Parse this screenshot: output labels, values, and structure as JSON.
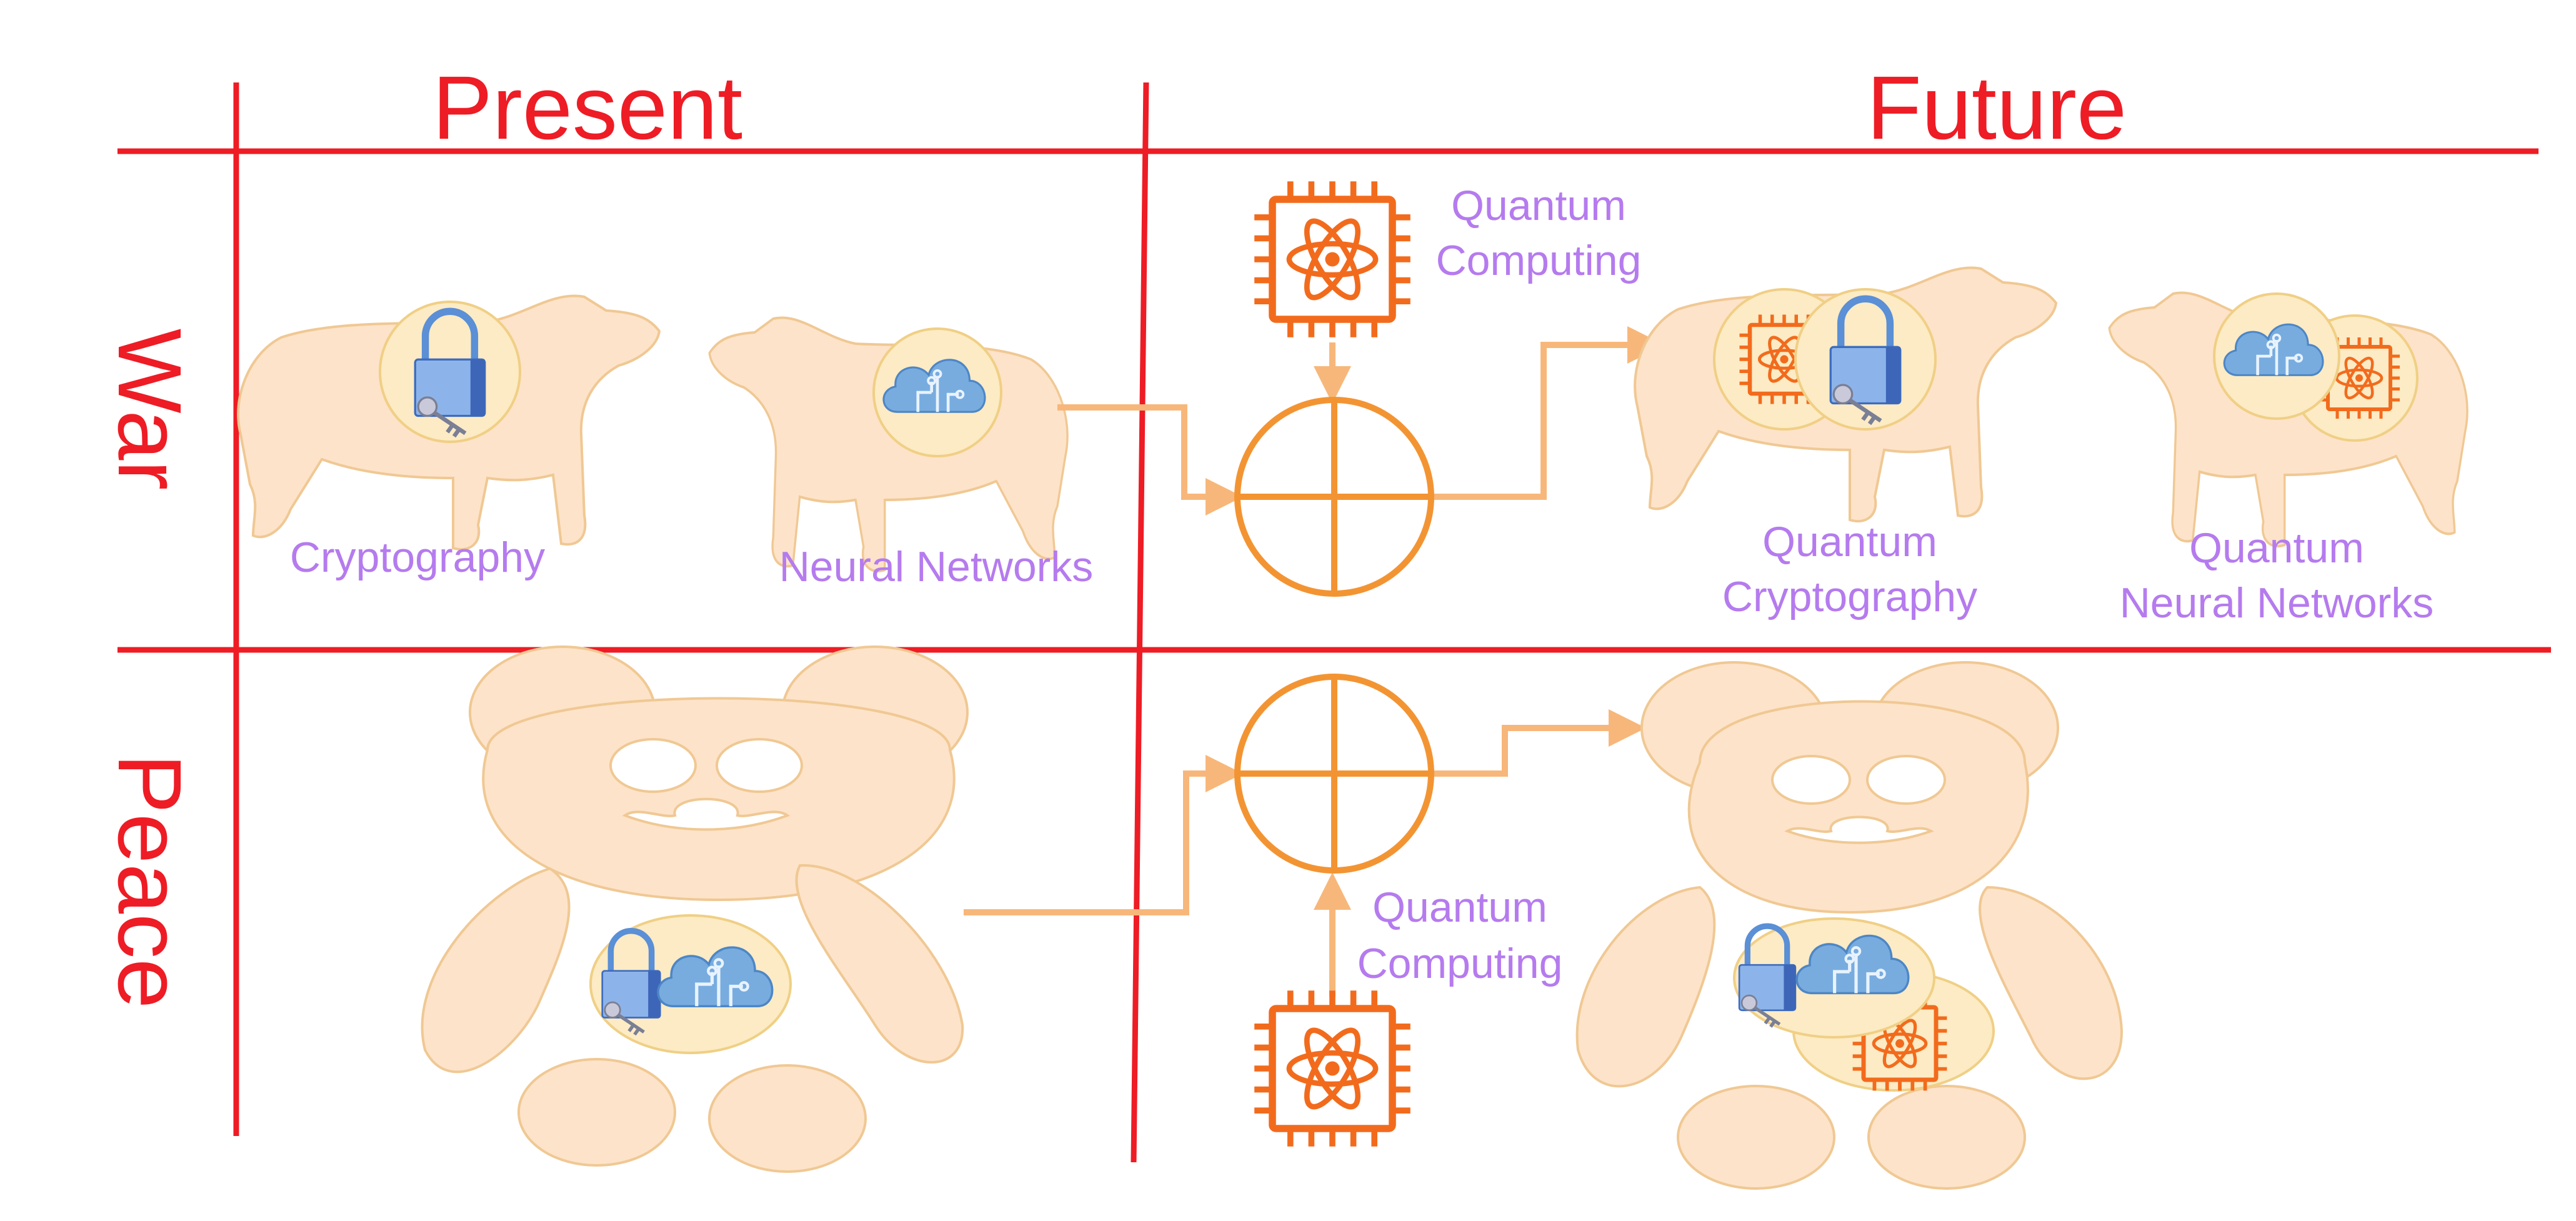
{
  "headers": {
    "present": "Present",
    "future": "Future",
    "war": "War",
    "peace": "Peace"
  },
  "labels": {
    "cryptography": "Cryptography",
    "neural_networks": "Neural Networks",
    "quantum_computing_top_1": "Quantum",
    "quantum_computing_top_2": "Computing",
    "quantum_computing_bottom_1": "Quantum",
    "quantum_computing_bottom_2": "Computing",
    "quantum_cryptography_1": "Quantum",
    "quantum_cryptography_2": "Cryptography",
    "quantum_neural_networks_1": "Quantum",
    "quantum_neural_networks_2": "Neural Networks"
  },
  "colors": {
    "grid": "#ee1c25",
    "label": "#b57bee",
    "bear_fill": "#fde3c9",
    "bear_stroke": "#f0c893",
    "arrow": "#f7b77a",
    "combine": "#f39433",
    "chip": "#f26b1d",
    "badge_fill": "#fcebc4",
    "badge_stroke": "#f0cf85",
    "lock_body": "#4d7fcf",
    "cloud": "#6fa8dc"
  },
  "icons": [
    "lock-icon",
    "cloud-network-icon",
    "quantum-chip-icon",
    "combine-icon"
  ]
}
